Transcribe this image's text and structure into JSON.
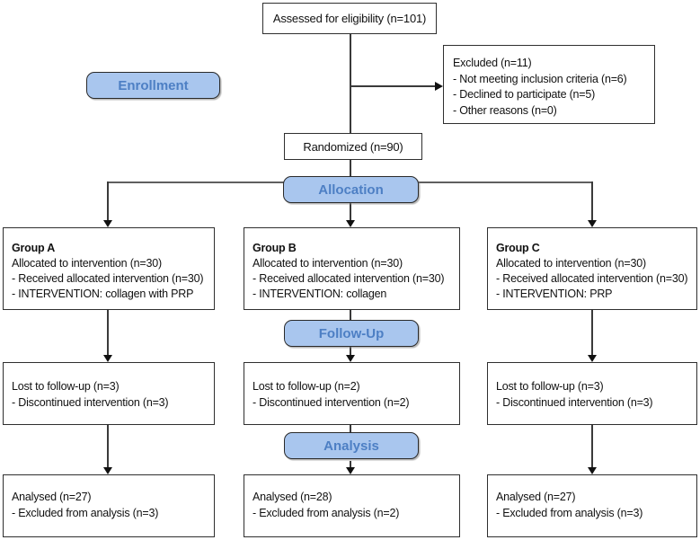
{
  "labels": {
    "enrollment": "Enrollment",
    "allocation": "Allocation",
    "followup": "Follow-Up",
    "analysis": "Analysis"
  },
  "boxes": {
    "assessed": "Assessed for eligibility (n=101)",
    "randomized": "Randomized (n=90)",
    "excluded": {
      "title": "Excluded (n=11)",
      "items": [
        "- Not meeting inclusion criteria (n=6)",
        "- Declined to participate (n=5)",
        "- Other reasons (n=0)"
      ]
    },
    "groups": [
      {
        "name": "Group A",
        "line1": "Allocated to intervention (n=30)",
        "line2": "- Received allocated intervention (n=30)",
        "line3": "- INTERVENTION: collagen with PRP"
      },
      {
        "name": "Group B",
        "line1": "Allocated to intervention (n=30)",
        "line2": "- Received allocated intervention (n=30)",
        "line3": "- INTERVENTION: collagen"
      },
      {
        "name": "Group C",
        "line1": "Allocated to intervention (n=30)",
        "line2": "- Received allocated intervention (n=30)",
        "line3": "- INTERVENTION: PRP"
      }
    ],
    "followup_boxes": [
      {
        "line1": "Lost to follow-up (n=3)",
        "line2": "- Discontinued intervention (n=3)"
      },
      {
        "line1": "Lost to follow-up (n=2)",
        "line2": "- Discontinued intervention (n=2)"
      },
      {
        "line1": "Lost to follow-up (n=3)",
        "line2": "- Discontinued intervention (n=3)"
      }
    ],
    "analysis_boxes": [
      {
        "line1": "Analysed (n=27)",
        "line2": "- Excluded from analysis (n=3)"
      },
      {
        "line1": "Analysed (n=28)",
        "line2": "- Excluded from analysis (n=2)"
      },
      {
        "line1": "Analysed (n=27)",
        "line2": "- Excluded from analysis (n=3)"
      }
    ]
  },
  "colors": {
    "stage_pill_fill": "#a9c6ee",
    "stage_pill_text": "#4d7fc4",
    "box_border": "#2f2f2f",
    "line": "#3a3a3a"
  }
}
